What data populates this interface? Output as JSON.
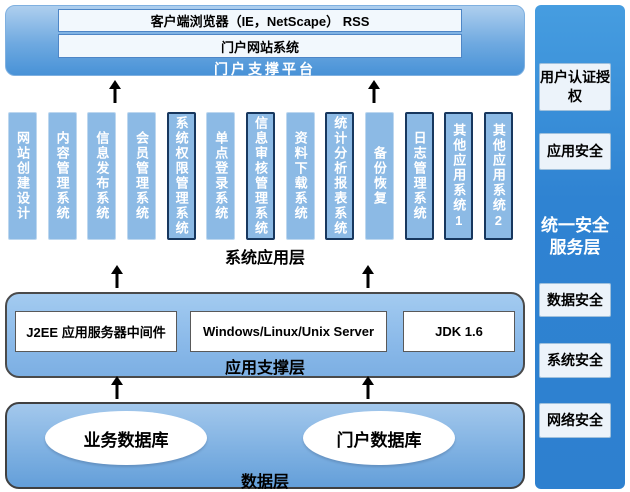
{
  "portal_platform": {
    "client_browser": "客户端浏览器（IE，NetScape） RSS",
    "portal_site": "门户网站系统",
    "label": "门户支撑平台"
  },
  "system_app_layer": {
    "label": "系统应用层",
    "systems": [
      {
        "name": "网站创建设计",
        "highlight": false
      },
      {
        "name": "内容管理系统",
        "highlight": false
      },
      {
        "name": "信息发布系统",
        "highlight": false
      },
      {
        "name": "会员管理系统",
        "highlight": false
      },
      {
        "name": "系统权限管理系统",
        "highlight": true
      },
      {
        "name": "单点登录系统",
        "highlight": false
      },
      {
        "name": "信息审核管理系统",
        "highlight": true
      },
      {
        "name": "资料下载系统",
        "highlight": false
      },
      {
        "name": "统计分析报表系统",
        "highlight": true
      },
      {
        "name": "备份恢复",
        "highlight": false
      },
      {
        "name": "日志管理系统",
        "highlight": true
      },
      {
        "name": "其他应用系统1",
        "highlight": true
      },
      {
        "name": "其他应用系统2",
        "highlight": true
      }
    ]
  },
  "app_support_layer": {
    "label": "应用支撑层",
    "middleware": "J2EE 应用服务器中间件",
    "server": "Windows/Linux/Unix Server",
    "jdk": "JDK 1.6"
  },
  "data_layer": {
    "label": "数据层",
    "business_db": "业务数据库",
    "portal_db": "门户数据库"
  },
  "security_column": {
    "title": "统一安全服务层",
    "title_line1": "统一安全",
    "title_line2": "服务层",
    "auth": "用户认证授权",
    "app_security": "应用安全",
    "data_security": "数据安全",
    "system_security": "系统安全",
    "network_security": "网络安全"
  },
  "colors": {
    "strip_blue": "#3287d4",
    "system_box_blue": "#8cbae5",
    "highlight_border": "#17375e",
    "container_gradient_top": "#a6c9ee",
    "container_gradient_bottom": "#4e96d9",
    "arrow_black": "#000000"
  }
}
